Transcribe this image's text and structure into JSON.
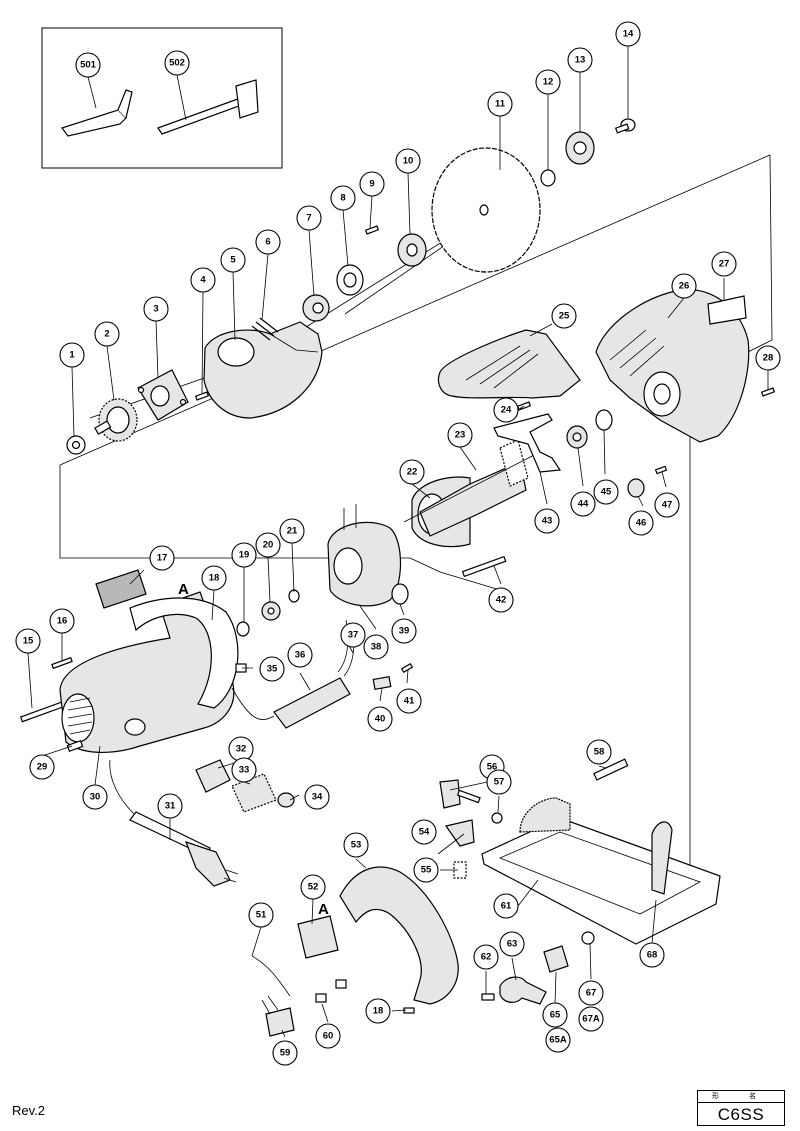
{
  "drawing": {
    "revision": "Rev.2",
    "model_header": "形  名",
    "model_code": "C6SS",
    "section_marker": "A",
    "part_numbers": [
      "1",
      "2",
      "3",
      "4",
      "5",
      "6",
      "7",
      "8",
      "9",
      "10",
      "11",
      "12",
      "13",
      "14",
      "15",
      "16",
      "17",
      "18",
      "19",
      "20",
      "21",
      "22",
      "23",
      "24",
      "25",
      "26",
      "27",
      "28",
      "29",
      "30",
      "31",
      "32",
      "33",
      "34",
      "35",
      "36",
      "37",
      "38",
      "39",
      "40",
      "41",
      "42",
      "43",
      "44",
      "45",
      "46",
      "47",
      "51",
      "52",
      "53",
      "54",
      "55",
      "56",
      "57",
      "58",
      "59",
      "60",
      "61",
      "62",
      "63",
      "65",
      "65A",
      "67",
      "67A",
      "68",
      "501",
      "502"
    ]
  }
}
